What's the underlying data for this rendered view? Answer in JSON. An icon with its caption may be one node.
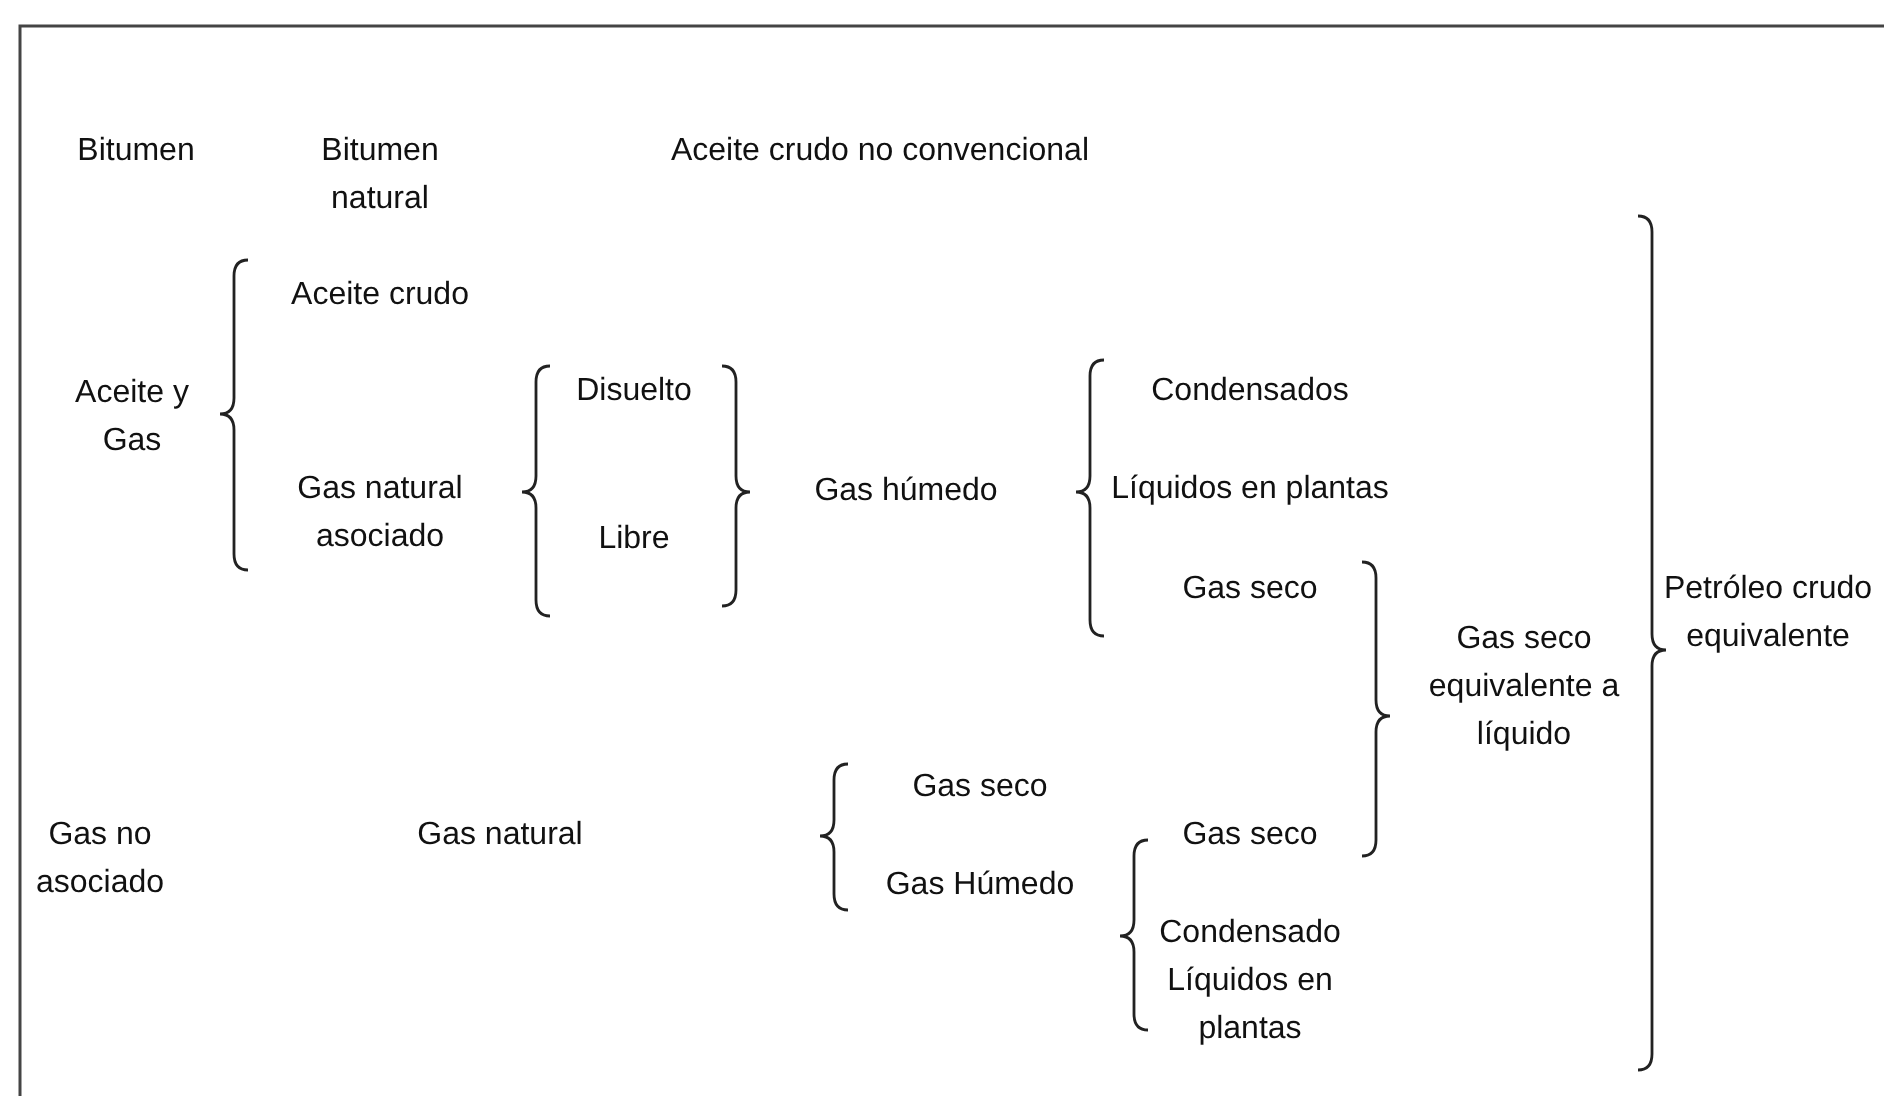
{
  "diagram": {
    "labels": [
      "Bitumen",
      "Bitumen natural",
      "Aceite crudo no convencional",
      "Aceite crudo",
      "Aceite y Gas",
      "Disuelto",
      "Condensados",
      "Gas natural asociado",
      "Gas húmedo",
      "Líquidos en plantas",
      "Libre",
      "Gas seco",
      "Gas seco equivalente a líquido",
      "Petróleo crudo equivalente",
      "Gas seco",
      "Gas no asociado",
      "Gas natural",
      "Gas seco",
      "Gas Húmedo",
      "Condensado",
      "Líquidos en plantas"
    ]
  }
}
